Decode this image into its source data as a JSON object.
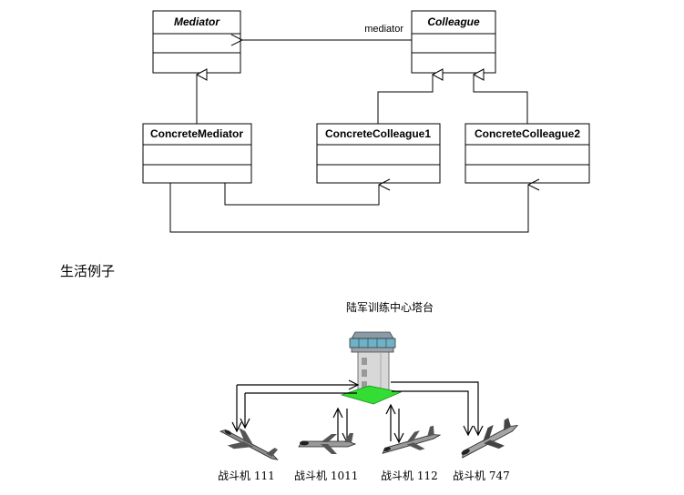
{
  "uml": {
    "classes": {
      "mediator": "Mediator",
      "colleague": "Colleague",
      "concrete_mediator": "ConcreteMediator",
      "concrete_colleague1": "ConcreteColleague1",
      "concrete_colleague2": "ConcreteColleague2"
    },
    "association_label": "mediator"
  },
  "example": {
    "heading": "生活例子",
    "tower_label": "陆军训练中心塔台",
    "planes": [
      "战斗机 111",
      "战斗机 1011",
      "战斗机 112",
      "战斗机 747"
    ]
  },
  "colors": {
    "line": "#000000",
    "tower_base": "#33dd33",
    "tower_body": "#d8d8d8",
    "tower_window": "#6fb2c8"
  }
}
